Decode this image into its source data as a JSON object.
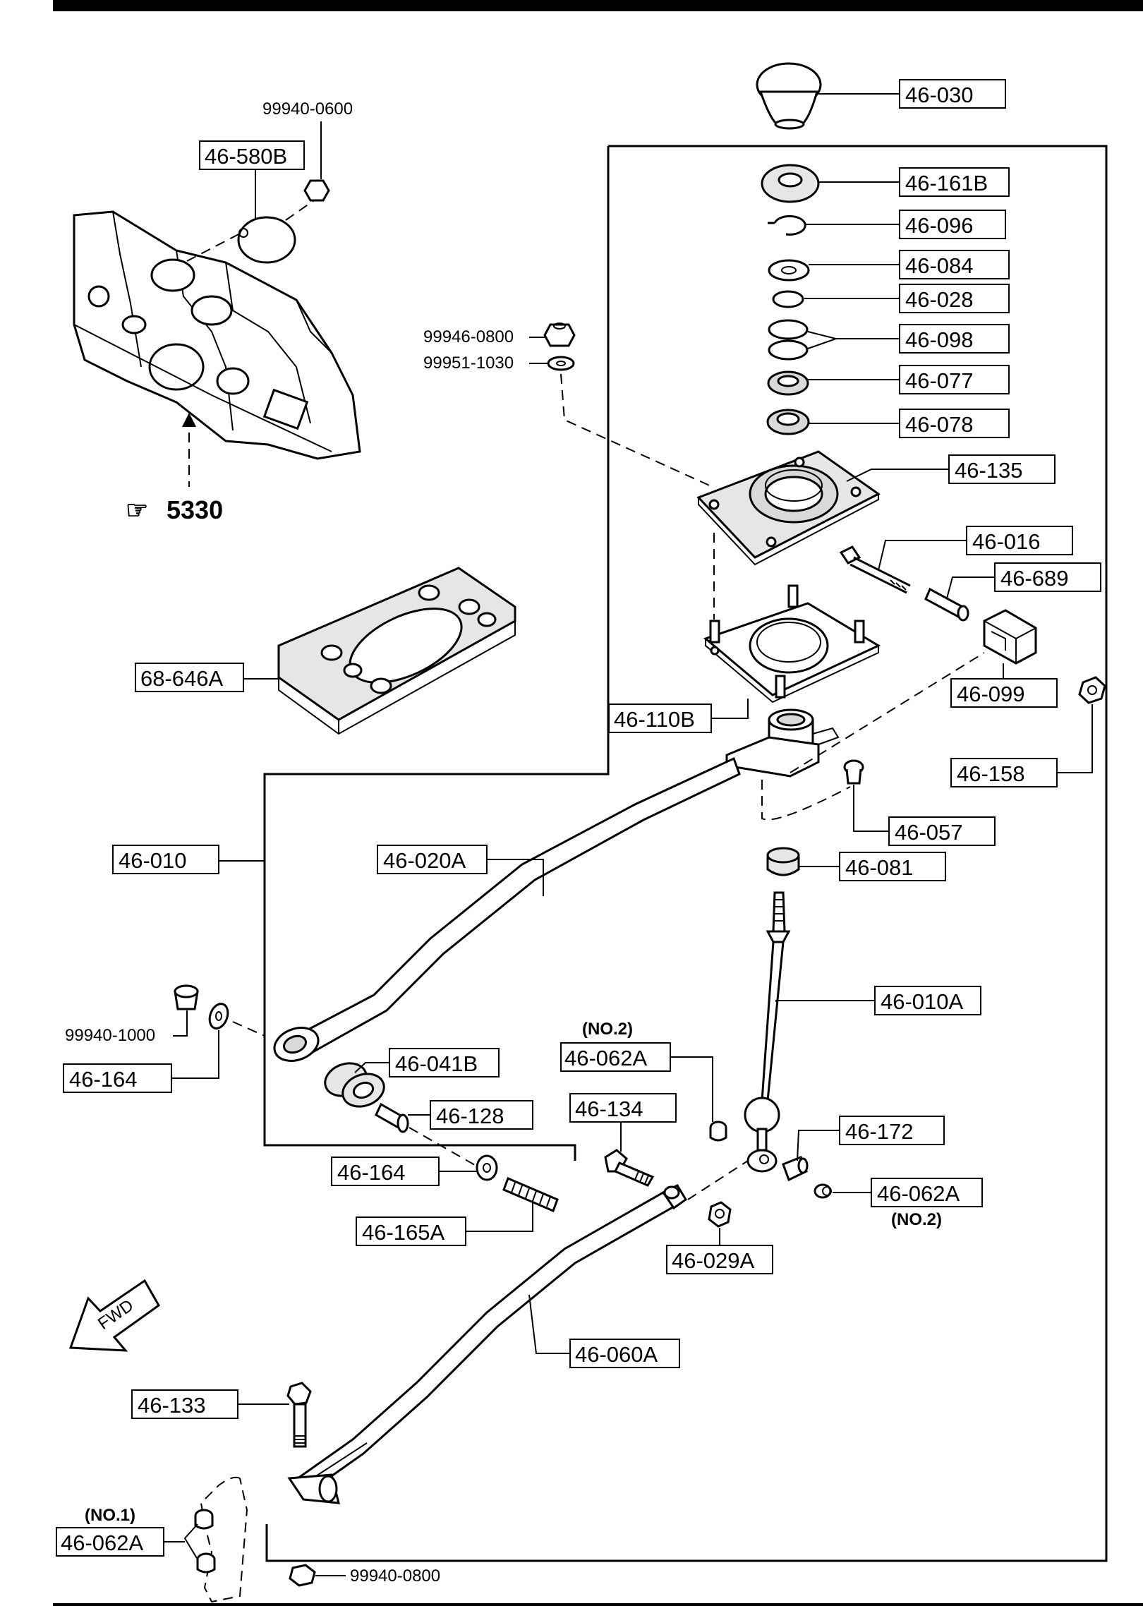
{
  "top_bar_color": "#000000",
  "labels": {
    "l46_030": "46-030",
    "l46_161B": "46-161B",
    "l46_096": "46-096",
    "l46_084": "46-084",
    "l46_028": "46-028",
    "l46_098": "46-098",
    "l46_077": "46-077",
    "l46_078": "46-078",
    "l46_135": "46-135",
    "l46_016": "46-016",
    "l46_689": "46-689",
    "l46_099": "46-099",
    "l46_110B": "46-110B",
    "l46_158": "46-158",
    "l46_057": "46-057",
    "l46_081": "46-081",
    "l46_010": "46-010",
    "l46_020A": "46-020A",
    "l46_010A": "46-010A",
    "l46_580B": "46-580B",
    "l68_646A": "68-646A",
    "l46_164a": "46-164",
    "l46_041B": "46-041B",
    "l46_128": "46-128",
    "l46_062A_top": "46-062A",
    "l46_134": "46-134",
    "l46_172": "46-172",
    "l46_164b": "46-164",
    "l46_165A": "46-165A",
    "l46_062A_right": "46-062A",
    "l46_029A": "46-029A",
    "l46_060A": "46-060A",
    "l46_133": "46-133",
    "l46_062A_bottom": "46-062A"
  },
  "small_labels": {
    "s99940_0600": "99940-0600",
    "s99946_0800": "99946-0800",
    "s99951_1030": "99951-1030",
    "s99940_1000": "99940-1000",
    "s99940_0800": "99940-0800"
  },
  "notes": {
    "no2_top": "(NO.2)",
    "no2_right": "(NO.2)",
    "no1_bottom": "(NO.1)"
  },
  "reference": {
    "icon": "pointing-hand-icon",
    "symbol": "☞",
    "value": "5330"
  },
  "fwd_arrow": {
    "icon": "forward-arrow-icon",
    "text": "FWD"
  }
}
